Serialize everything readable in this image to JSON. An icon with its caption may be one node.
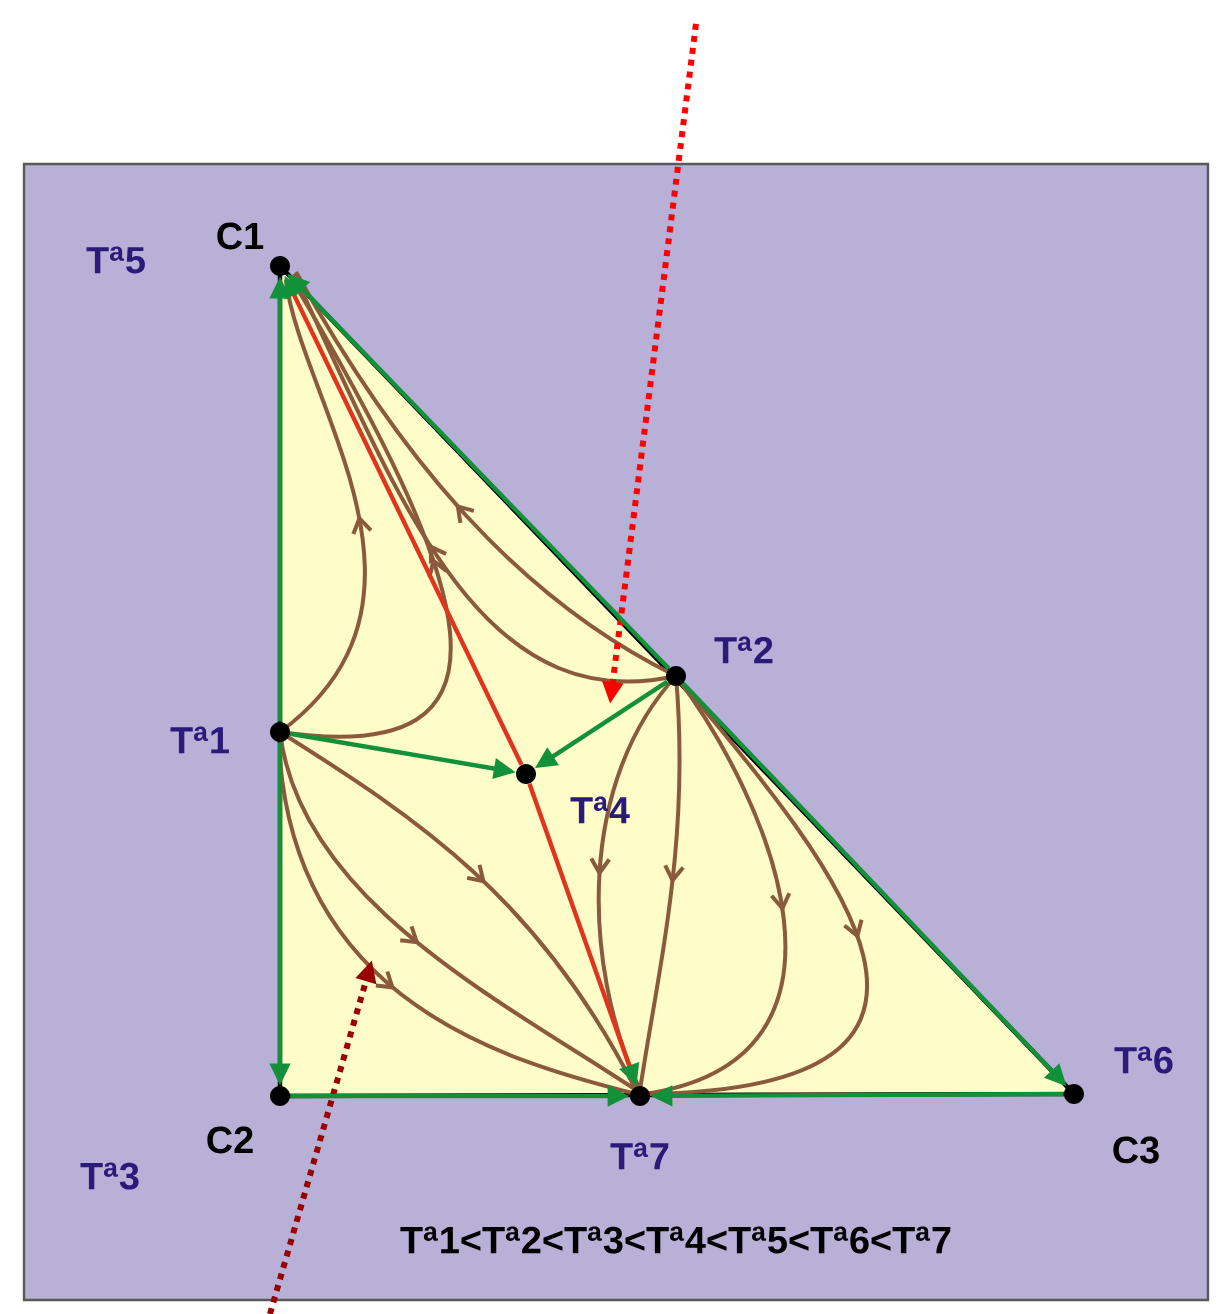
{
  "diagram": {
    "nodes": [
      {
        "text": [
          "C1"
        ],
        "beside": [
          "T$^{a}$5"
        ]
      },
      {
        "text": [
          "T$^{a}$1"
        ]
      },
      {
        "text": [
          "C2"
        ],
        "beside": [
          "T$^{a}$3"
        ]
      },
      {
        "text": [
          "T$^{a}$2"
        ]
      },
      {
        "text": [
          "T$^{a}$4"
        ]
      },
      {
        "text": [
          "T$^{a}$7"
        ]
      },
      {
        "text": [
          "C3"
        ],
        "beside": [
          "T$^{a}$6"
        ]
      }
    ],
    "edges": [
      {
        "from": 1,
        "to": 0,
        "arrow": "to"
      },
      {
        "from": 1,
        "to": 2,
        "arrow": "to"
      },
      {
        "from": 2,
        "to": 5,
        "arrow": "to"
      },
      {
        "from": 6,
        "to": 5,
        "arrow": "to"
      },
      {
        "from": 3,
        "to": 0,
        "arrow": "to"
      },
      {
        "from": 3,
        "to": 6,
        "arrow": "to"
      },
      {
        "from": 1,
        "to": 4,
        "arrow": "to"
      },
      {
        "from": 3,
        "to": 4,
        "arrow": "to"
      },
      {
        "from": 4,
        "to": 0,
        "arrow": "to",
        "color": "#e0341e"
      },
      {
        "from": 4,
        "to": 5,
        "arrow": "to",
        "color": "#e0341e"
      }
    ],
    "labels": [
      "T$^{a}$1<T$^{a}$2<T$^{a}$3<T$^{a}$4<T$^{a}$5<T$^{a}$6<T$^{a}$7"
    ]
  }
}
